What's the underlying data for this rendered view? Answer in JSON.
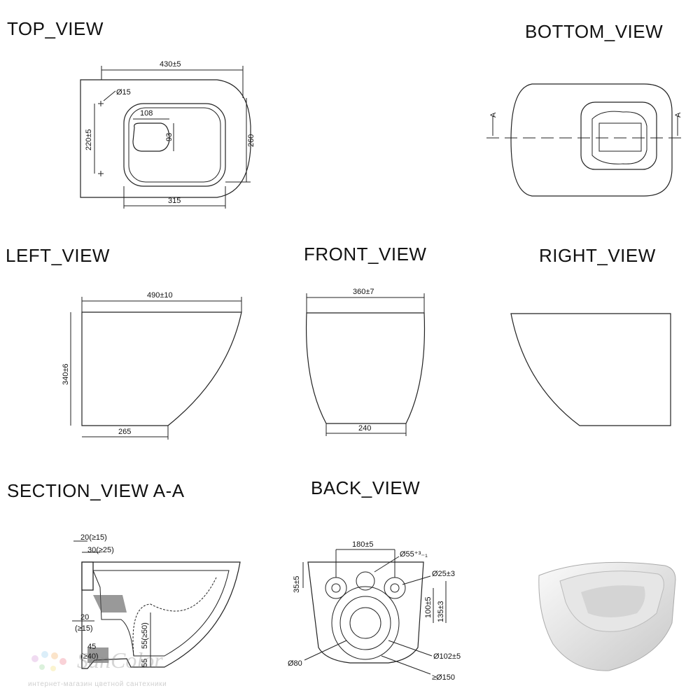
{
  "titles": {
    "top": "TOP_VIEW",
    "bottom": "BOTTOM_VIEW",
    "left": "LEFT_VIEW",
    "front": "FRONT_VIEW",
    "right": "RIGHT_VIEW",
    "section": "SECTION_VIEW  A-A",
    "back": "BACK_VIEW"
  },
  "top_view": {
    "width": "430±5",
    "hole": "Ø15",
    "inner_w": "108",
    "inner_h": "93",
    "mount": "220±5",
    "depth": "260",
    "bowl_w": "315"
  },
  "bottom_view": {
    "section_mark": "A"
  },
  "left_view": {
    "length": "490±10",
    "height": "340±6",
    "base": "265"
  },
  "front_view": {
    "top": "360±7",
    "base": "240"
  },
  "section_view": {
    "d1": "20(≥15)",
    "d2": "30(≥25)",
    "d3": "20",
    "d4": "(≥15)",
    "d5": "45",
    "d6": "(≥40)",
    "d7": "55(≥50)",
    "d8": "55"
  },
  "back_view": {
    "spacing": "180±5",
    "top_hole": "Ø55⁺³₋₁",
    "side_hole": "Ø25±3",
    "offset": "35±5",
    "h1": "100±5",
    "h2": "135±3",
    "outlet": "Ø102±5",
    "inner": "Ø80",
    "outer": "≥Ø150"
  },
  "watermark": {
    "brand": "SanColor",
    "tagline": "интернет-магазин цветной сантехники"
  }
}
